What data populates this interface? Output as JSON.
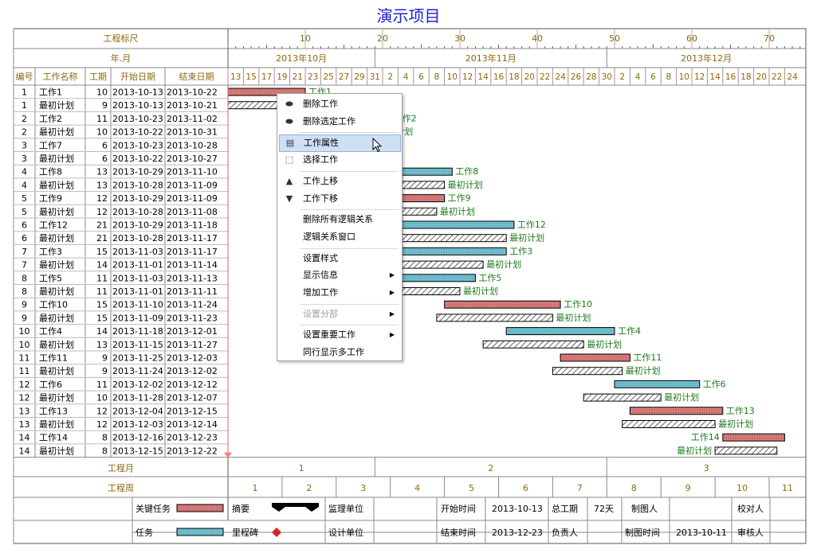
{
  "title": "演示项目",
  "header": {
    "scale_label": "工程标尺",
    "ym_label": "年.月",
    "scale_ticks": [
      "10",
      "20",
      "30",
      "40",
      "50",
      "60",
      "70"
    ],
    "months": [
      "2013年10月",
      "2013年11月",
      "2013年12月"
    ],
    "day_ticks": [
      "13",
      "15",
      "17",
      "19",
      "21",
      "23",
      "25",
      "27",
      "29",
      "31",
      "2",
      "4",
      "6",
      "8",
      "10",
      "12",
      "14",
      "16",
      "18",
      "20",
      "22",
      "24",
      "26",
      "28",
      "30",
      "2",
      "4",
      "6",
      "8",
      "10",
      "12",
      "14",
      "16",
      "18",
      "20",
      "22",
      "24"
    ],
    "columns": [
      "编号",
      "工作名称",
      "工期",
      "开始日期",
      "结束日期"
    ]
  },
  "tasks": [
    {
      "id": "1",
      "name": "工作1",
      "dur": "10",
      "start": "2013-10-13",
      "end": "2013-10-22",
      "type": "critical",
      "s": 0,
      "d": 10,
      "label": "工作1"
    },
    {
      "id": "1",
      "name": "最初计划",
      "dur": "9",
      "start": "2013-10-13",
      "end": "2013-10-21",
      "type": "baseline",
      "s": 0,
      "d": 9,
      "label": "最初计划"
    },
    {
      "id": "2",
      "name": "工作2",
      "dur": "11",
      "start": "2013-10-23",
      "end": "2013-11-02",
      "type": "task",
      "s": 10,
      "d": 11,
      "label": "工作2"
    },
    {
      "id": "2",
      "name": "最初计划",
      "dur": "10",
      "start": "2013-10-22",
      "end": "2013-10-31",
      "type": "baseline",
      "s": 9,
      "d": 10,
      "label": "最初计划"
    },
    {
      "id": "3",
      "name": "工作7",
      "dur": "6",
      "start": "2013-10-23",
      "end": "2013-10-28",
      "type": "task",
      "s": 10,
      "d": 6,
      "label": "工作7"
    },
    {
      "id": "3",
      "name": "最初计划",
      "dur": "6",
      "start": "2013-10-22",
      "end": "2013-10-27",
      "type": "baseline",
      "s": 9,
      "d": 6,
      "label": "最初计划"
    },
    {
      "id": "4",
      "name": "工作8",
      "dur": "13",
      "start": "2013-10-29",
      "end": "2013-11-10",
      "type": "task",
      "s": 16,
      "d": 13,
      "label": "工作8"
    },
    {
      "id": "4",
      "name": "最初计划",
      "dur": "13",
      "start": "2013-10-28",
      "end": "2013-11-09",
      "type": "baseline",
      "s": 15,
      "d": 13,
      "label": "最初计划"
    },
    {
      "id": "5",
      "name": "工作9",
      "dur": "12",
      "start": "2013-10-29",
      "end": "2013-11-09",
      "type": "critical",
      "s": 16,
      "d": 12,
      "label": "工作9"
    },
    {
      "id": "5",
      "name": "最初计划",
      "dur": "12",
      "start": "2013-10-28",
      "end": "2013-11-08",
      "type": "baseline",
      "s": 15,
      "d": 12,
      "label": "最初计划"
    },
    {
      "id": "6",
      "name": "工作12",
      "dur": "21",
      "start": "2013-10-29",
      "end": "2013-11-18",
      "type": "task",
      "s": 16,
      "d": 21,
      "label": "工作12"
    },
    {
      "id": "6",
      "name": "最初计划",
      "dur": "21",
      "start": "2013-10-28",
      "end": "2013-11-17",
      "type": "baseline",
      "s": 15,
      "d": 21,
      "label": "最初计划"
    },
    {
      "id": "7",
      "name": "工作3",
      "dur": "15",
      "start": "2013-11-03",
      "end": "2013-11-17",
      "type": "task",
      "s": 21,
      "d": 15,
      "label": "工作3"
    },
    {
      "id": "7",
      "name": "最初计划",
      "dur": "14",
      "start": "2013-11-01",
      "end": "2013-11-14",
      "type": "baseline",
      "s": 19,
      "d": 14,
      "label": "最初计划"
    },
    {
      "id": "8",
      "name": "工作5",
      "dur": "11",
      "start": "2013-11-03",
      "end": "2013-11-13",
      "type": "task",
      "s": 21,
      "d": 11,
      "label": "工作5"
    },
    {
      "id": "8",
      "name": "最初计划",
      "dur": "11",
      "start": "2013-11-01",
      "end": "2013-11-11",
      "type": "baseline",
      "s": 19,
      "d": 11,
      "label": "最初计划"
    },
    {
      "id": "9",
      "name": "工作10",
      "dur": "15",
      "start": "2013-11-10",
      "end": "2013-11-24",
      "type": "critical",
      "s": 28,
      "d": 15,
      "label": "工作10"
    },
    {
      "id": "9",
      "name": "最初计划",
      "dur": "15",
      "start": "2013-11-09",
      "end": "2013-11-23",
      "type": "baseline",
      "s": 27,
      "d": 15,
      "label": "最初计划"
    },
    {
      "id": "10",
      "name": "工作4",
      "dur": "14",
      "start": "2013-11-18",
      "end": "2013-12-01",
      "type": "task",
      "s": 36,
      "d": 14,
      "label": "工作4"
    },
    {
      "id": "10",
      "name": "最初计划",
      "dur": "13",
      "start": "2013-11-15",
      "end": "2013-11-27",
      "type": "baseline",
      "s": 33,
      "d": 13,
      "label": "最初计划"
    },
    {
      "id": "11",
      "name": "工作11",
      "dur": "9",
      "start": "2013-11-25",
      "end": "2013-12-03",
      "type": "critical",
      "s": 43,
      "d": 9,
      "label": "工作11"
    },
    {
      "id": "11",
      "name": "最初计划",
      "dur": "9",
      "start": "2013-11-24",
      "end": "2013-12-02",
      "type": "baseline",
      "s": 42,
      "d": 9,
      "label": "最初计划"
    },
    {
      "id": "12",
      "name": "工作6",
      "dur": "11",
      "start": "2013-12-02",
      "end": "2013-12-12",
      "type": "task",
      "s": 50,
      "d": 11,
      "label": "工作6"
    },
    {
      "id": "12",
      "name": "最初计划",
      "dur": "10",
      "start": "2013-11-28",
      "end": "2013-12-07",
      "type": "baseline",
      "s": 46,
      "d": 10,
      "label": "最初计划"
    },
    {
      "id": "13",
      "name": "工作13",
      "dur": "12",
      "start": "2013-12-04",
      "end": "2013-12-15",
      "type": "critical",
      "s": 52,
      "d": 12,
      "label": "工作13"
    },
    {
      "id": "13",
      "name": "最初计划",
      "dur": "12",
      "start": "2013-12-03",
      "end": "2013-12-14",
      "type": "baseline",
      "s": 51,
      "d": 12,
      "label": "最初计划"
    },
    {
      "id": "14",
      "name": "工作14",
      "dur": "8",
      "start": "2013-12-16",
      "end": "2013-12-23",
      "type": "critical",
      "s": 64,
      "d": 8,
      "label": "工作14"
    },
    {
      "id": "14",
      "name": "最初计划",
      "dur": "8",
      "start": "2013-12-15",
      "end": "2013-12-22",
      "type": "baseline",
      "s": 63,
      "d": 8,
      "label": "最初计划"
    }
  ],
  "bottom": {
    "month_label": "工程月",
    "months": [
      "1",
      "2",
      "3"
    ],
    "week_label": "工程周",
    "weeks": [
      "1",
      "2",
      "3",
      "4",
      "5",
      "6",
      "7",
      "8",
      "9",
      "10",
      "11"
    ]
  },
  "legend": {
    "critical": "关键任务",
    "summary": "摘要",
    "task": "任务",
    "milestone": "里程碑",
    "supervisor": "监理单位",
    "designer": "设计单位",
    "start_time_label": "开始时间",
    "start_time": "2013-10-13",
    "end_time_label": "结束时间",
    "end_time": "2013-12-23",
    "total_label": "总工期",
    "total": "72天",
    "owner_label": "负责人",
    "drawer_label": "制图人",
    "draw_time_label": "制图时间",
    "draw_time": "2013-10-11",
    "checker_label": "校对人",
    "reviewer_label": "审核人"
  },
  "menu": [
    {
      "label": "删除工作",
      "icon": "eraser-icon",
      "state": "normal"
    },
    {
      "label": "删除选定工作",
      "icon": "eraser-icon",
      "state": "normal"
    },
    {
      "sep": true
    },
    {
      "label": "工作属性",
      "icon": "properties-icon",
      "state": "highlighted"
    },
    {
      "label": "选择工作",
      "icon": "select-icon",
      "state": "normal"
    },
    {
      "sep": true
    },
    {
      "label": "工作上移",
      "icon": "move-up-icon",
      "state": "normal"
    },
    {
      "label": "工作下移",
      "icon": "move-down-icon",
      "state": "normal"
    },
    {
      "sep": true
    },
    {
      "label": "删除所有逻辑关系",
      "state": "normal"
    },
    {
      "label": "逻辑关系窗口",
      "state": "normal"
    },
    {
      "sep": true
    },
    {
      "label": "设置样式",
      "state": "normal"
    },
    {
      "label": "显示信息",
      "state": "normal",
      "submenu": true
    },
    {
      "label": "增加工作",
      "state": "normal",
      "submenu": true
    },
    {
      "sep": true
    },
    {
      "label": "设置分部",
      "state": "disabled",
      "submenu": true
    },
    {
      "sep": true
    },
    {
      "label": "设置重要工作",
      "state": "normal",
      "submenu": true
    },
    {
      "label": "同行显示多工作",
      "state": "normal"
    }
  ],
  "colors": {
    "critical": "#d07070",
    "task": "#66b8c8",
    "label": "#1a7a1a",
    "title": "#2020d0",
    "header": "#8b6914"
  }
}
